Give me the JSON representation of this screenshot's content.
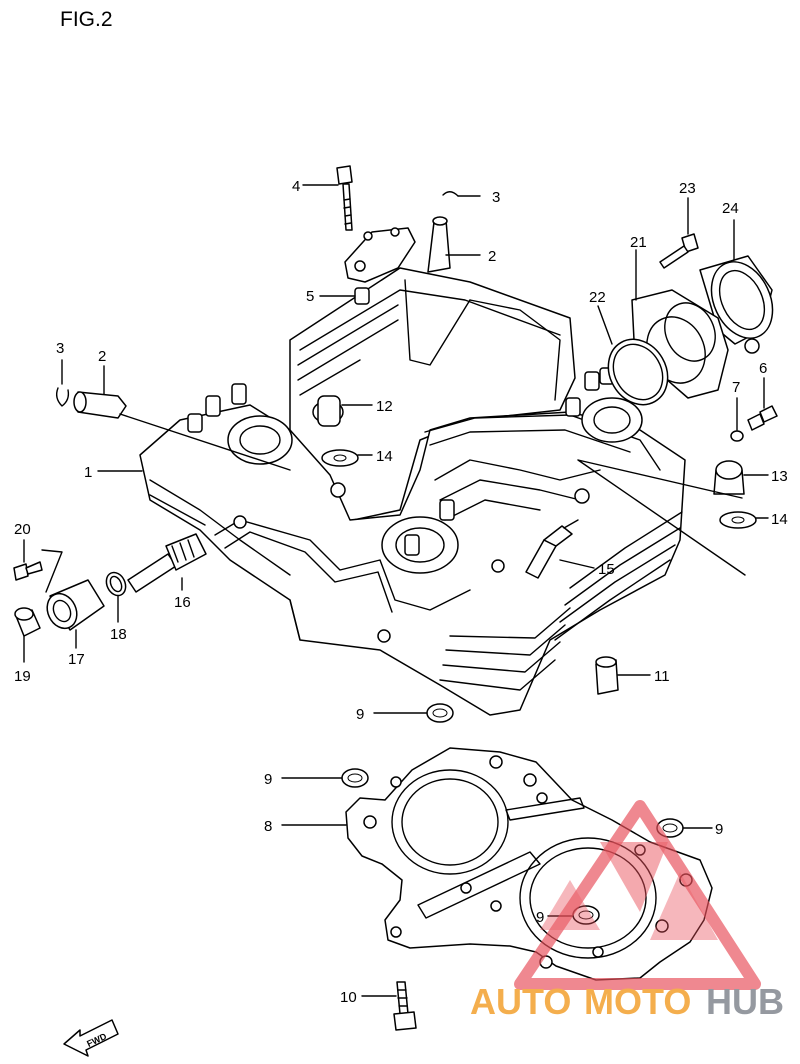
{
  "figure": {
    "title": "FIG.2"
  },
  "callouts": [
    {
      "id": "c4",
      "label": "4"
    },
    {
      "id": "c3a",
      "label": "3"
    },
    {
      "id": "c23",
      "label": "23"
    },
    {
      "id": "c24",
      "label": "24"
    },
    {
      "id": "c2a",
      "label": "2"
    },
    {
      "id": "c21",
      "label": "21"
    },
    {
      "id": "c5",
      "label": "5"
    },
    {
      "id": "c22",
      "label": "22"
    },
    {
      "id": "c3b",
      "label": "3"
    },
    {
      "id": "c2b",
      "label": "2"
    },
    {
      "id": "c7",
      "label": "7"
    },
    {
      "id": "c6",
      "label": "6"
    },
    {
      "id": "c12",
      "label": "12"
    },
    {
      "id": "c14a",
      "label": "14"
    },
    {
      "id": "c1",
      "label": "1"
    },
    {
      "id": "c13",
      "label": "13"
    },
    {
      "id": "c14b",
      "label": "14"
    },
    {
      "id": "c20",
      "label": "20"
    },
    {
      "id": "c15",
      "label": "15"
    },
    {
      "id": "c16",
      "label": "16"
    },
    {
      "id": "c18",
      "label": "18"
    },
    {
      "id": "c19",
      "label": "19"
    },
    {
      "id": "c17",
      "label": "17"
    },
    {
      "id": "c11",
      "label": "11"
    },
    {
      "id": "c9a",
      "label": "9"
    },
    {
      "id": "c9b",
      "label": "9"
    },
    {
      "id": "c8",
      "label": "8"
    },
    {
      "id": "c9c",
      "label": "9"
    },
    {
      "id": "c9d",
      "label": "9"
    },
    {
      "id": "c10",
      "label": "10"
    }
  ],
  "direction_marker": {
    "label": "FWD"
  },
  "watermark": {
    "part1": "AUTO",
    "part2": "MOTO",
    "part3": "HUB",
    "color_accent": "#e8505b",
    "color_orange": "#f3a63a",
    "color_gray": "#8a8f96"
  }
}
